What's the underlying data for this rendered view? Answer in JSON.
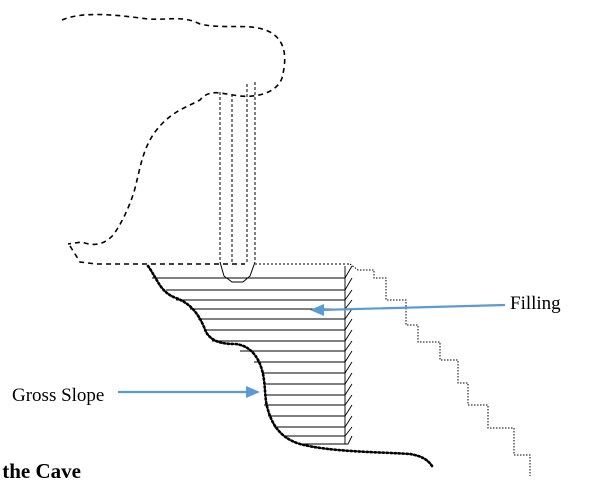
{
  "labels": {
    "filling": "Filling",
    "gross_slope": "Gross Slope"
  },
  "caption": {
    "visible_text": "f the Cave"
  },
  "colors": {
    "arrow": "#5b9bd5",
    "lines": "#000000",
    "background": "#ffffff"
  }
}
